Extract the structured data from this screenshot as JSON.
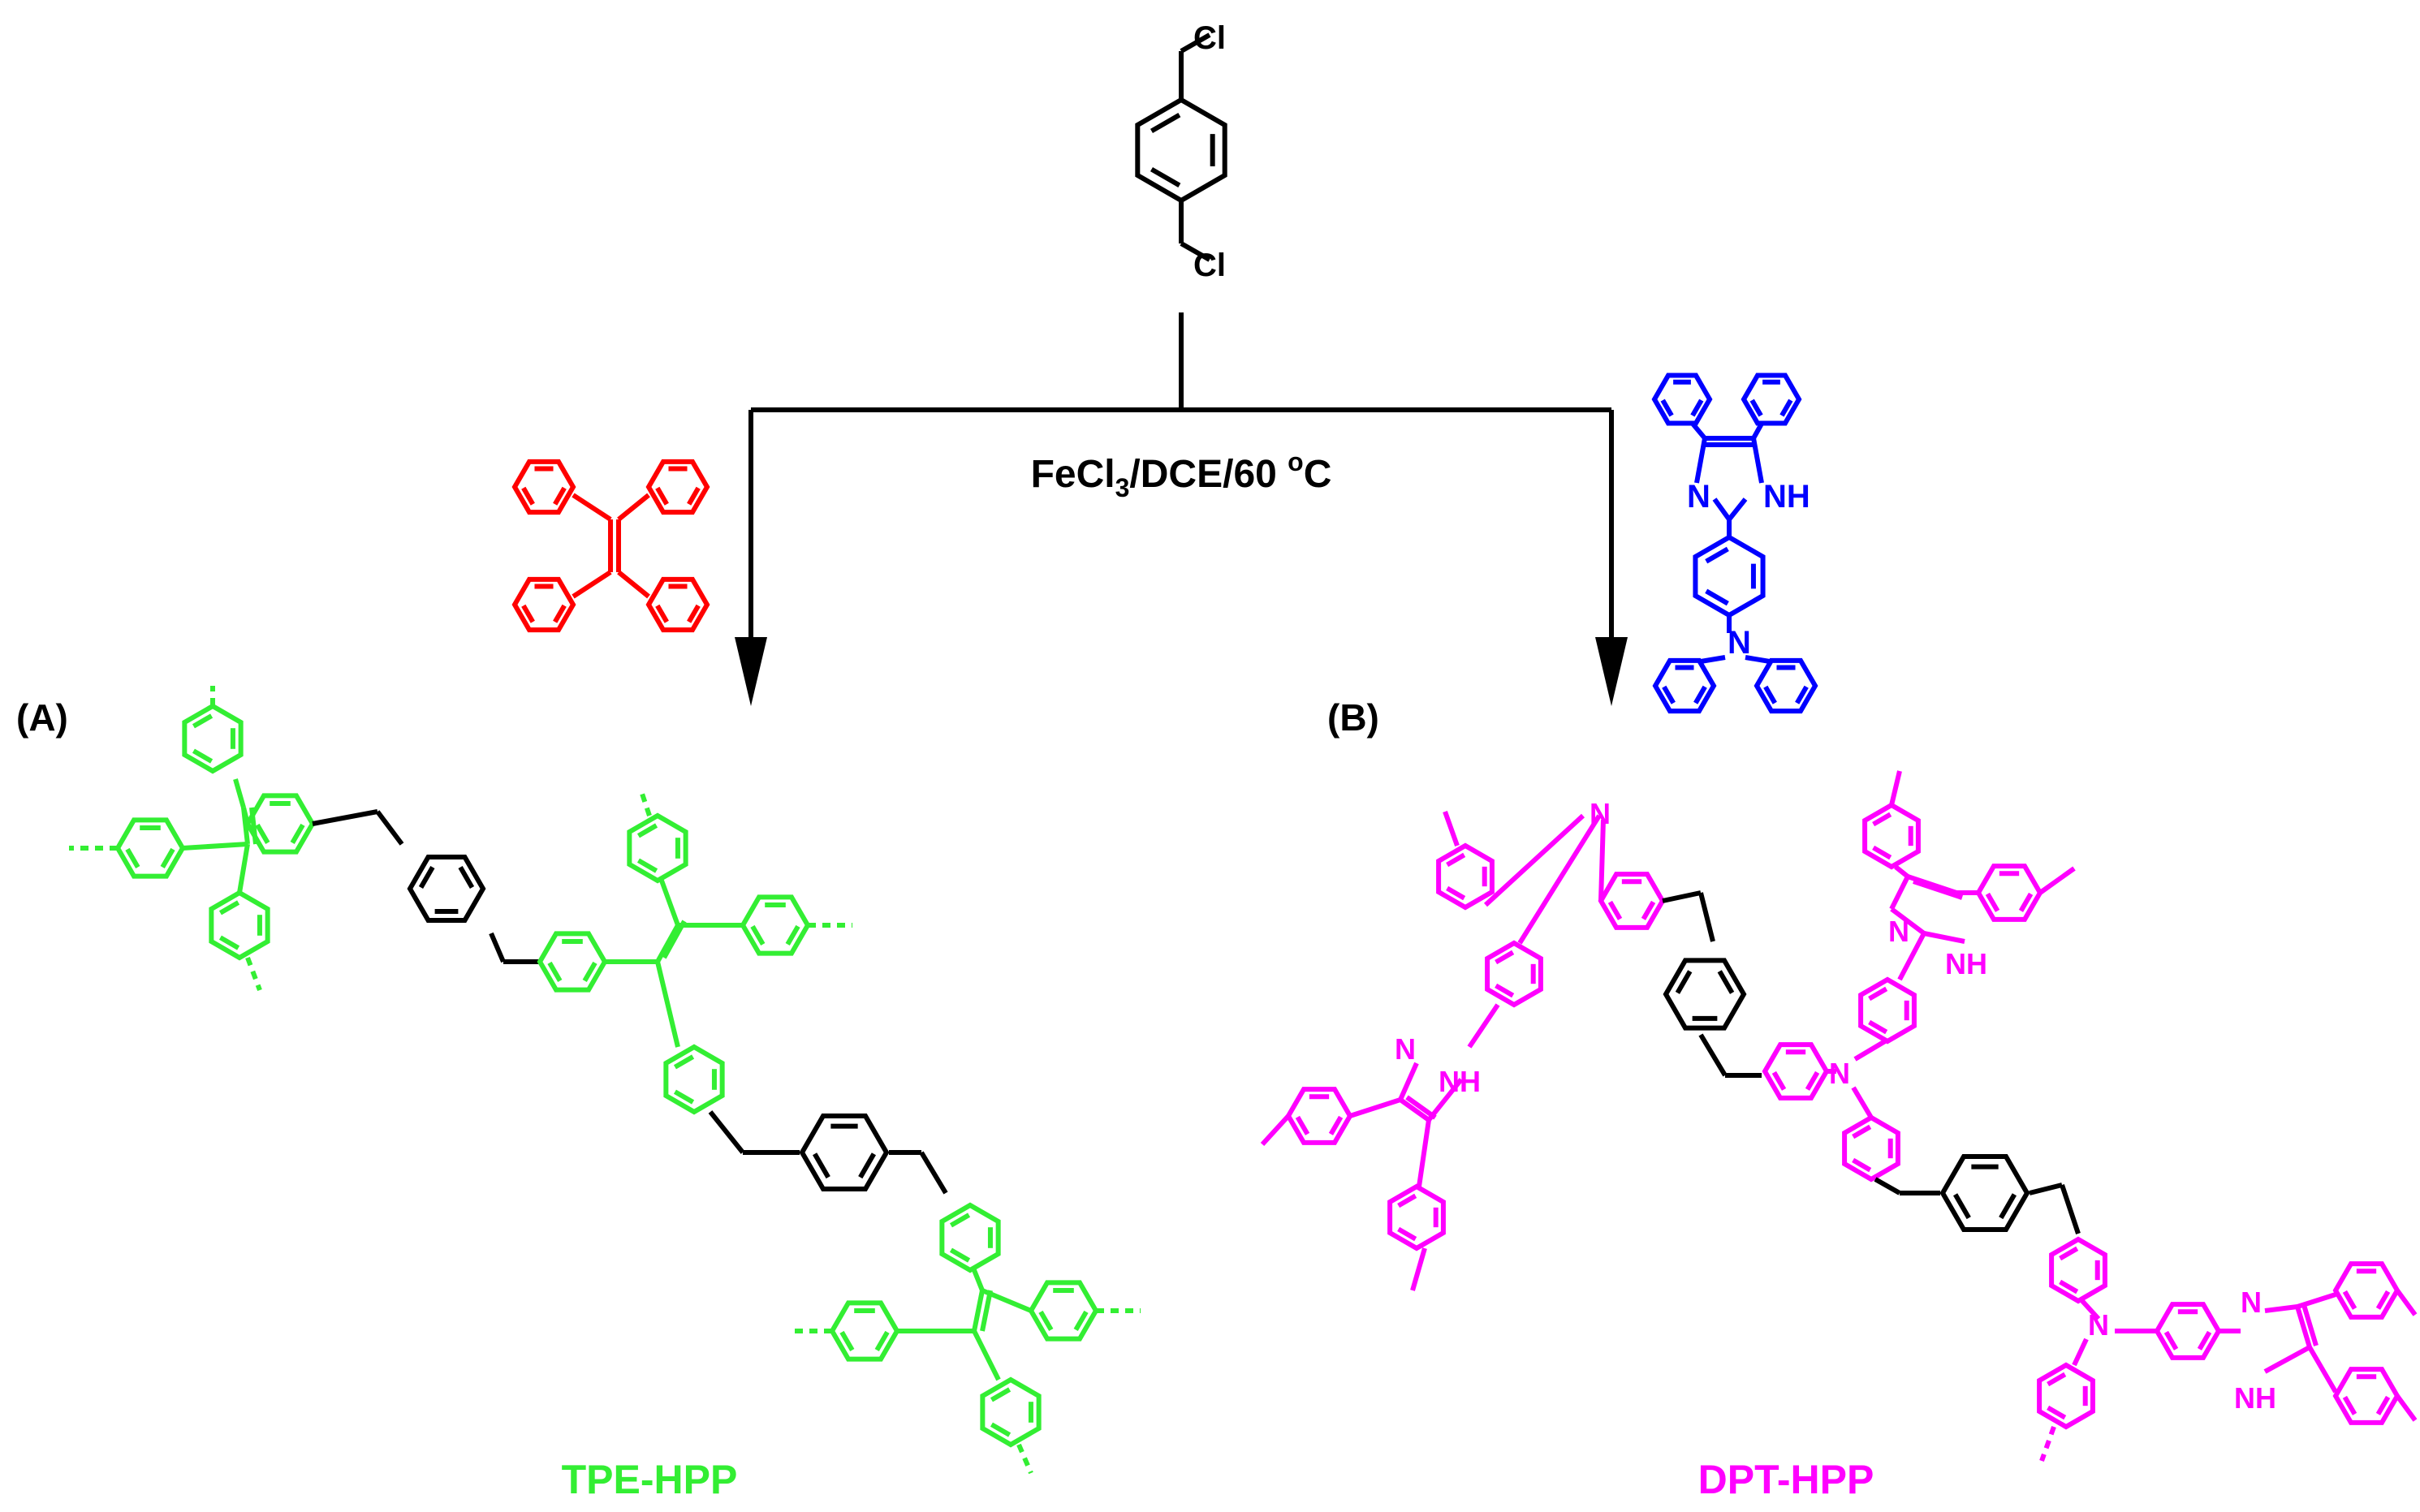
{
  "reagent": {
    "atom_top": "Cl",
    "atom_bottom": "Cl"
  },
  "reaction": {
    "conditions_main": "FeCl",
    "conditions_sub": "3",
    "conditions_rest": "/DCE/60 ",
    "conditions_sup": "o",
    "conditions_end": "C"
  },
  "panels": {
    "a_label": "(A)",
    "b_label": "(B)"
  },
  "monomer_b_atoms": {
    "n_ring": "N",
    "nh_ring": "NH",
    "n_amine": "N"
  },
  "product_b_atoms": {
    "n1": "N",
    "n2": "N",
    "n3": "N",
    "im1_n": "N",
    "im1_nh": "NH",
    "im2_n": "N",
    "im2_nh": "NH",
    "im3_n": "N",
    "im3_nh": "NH"
  },
  "products": {
    "a_name": "TPE-HPP",
    "b_name": "DPT-HPP"
  },
  "colors": {
    "black": "#000000",
    "red": "#ff0000",
    "blue": "#0000ff",
    "green": "#33ee33",
    "magenta": "#ff00ff"
  }
}
